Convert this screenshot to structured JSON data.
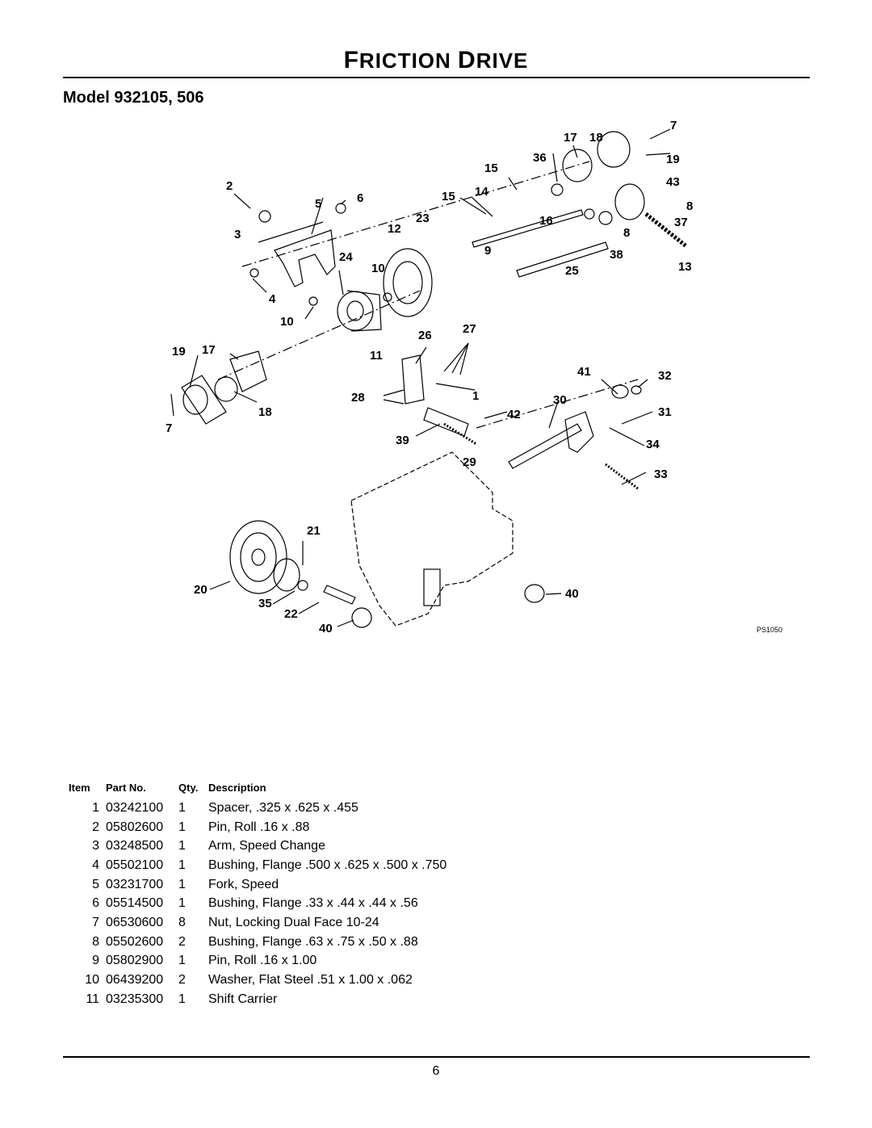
{
  "header": {
    "title_first": "F",
    "title_first_rest": "RICTION",
    "title_second": "D",
    "title_second_rest": "RIVE",
    "model": "Model 932105, 506"
  },
  "diagram": {
    "ref_code": "PS1050",
    "callouts": [
      "7",
      "17",
      "18",
      "36",
      "19",
      "15",
      "43",
      "2",
      "5",
      "6",
      "15",
      "14",
      "8",
      "23",
      "12",
      "16",
      "37",
      "3",
      "8",
      "9",
      "24",
      "38",
      "10",
      "25",
      "13",
      "4",
      "10",
      "26",
      "27",
      "19",
      "17",
      "11",
      "41",
      "32",
      "28",
      "1",
      "30",
      "18",
      "42",
      "31",
      "7",
      "39",
      "34",
      "29",
      "33",
      "21",
      "20",
      "40",
      "35",
      "22",
      "40"
    ]
  },
  "parts_table": {
    "headers": {
      "item": "Item",
      "part": "Part No.",
      "qty": "Qty.",
      "desc": "Description"
    },
    "rows": [
      {
        "item": "1",
        "part": "03242100",
        "qty": "1",
        "desc": "Spacer, .325 x .625 x .455"
      },
      {
        "item": "2",
        "part": "05802600",
        "qty": "1",
        "desc": "Pin, Roll .16 x .88"
      },
      {
        "item": "3",
        "part": "03248500",
        "qty": "1",
        "desc": "Arm, Speed Change"
      },
      {
        "item": "4",
        "part": "05502100",
        "qty": "1",
        "desc": "Bushing, Flange .500 x .625 x .500 x .750"
      },
      {
        "item": "5",
        "part": "03231700",
        "qty": "1",
        "desc": "Fork, Speed"
      },
      {
        "item": "6",
        "part": "05514500",
        "qty": "1",
        "desc": "Bushing, Flange .33 x .44 x .44 x .56"
      },
      {
        "item": "7",
        "part": "06530600",
        "qty": "8",
        "desc": "Nut, Locking Dual Face 10-24"
      },
      {
        "item": "8",
        "part": "05502600",
        "qty": "2",
        "desc": "Bushing, Flange .63 x .75 x .50 x .88"
      },
      {
        "item": "9",
        "part": "05802900",
        "qty": "1",
        "desc": "Pin, Roll .16 x 1.00"
      },
      {
        "item": "10",
        "part": "06439200",
        "qty": "2",
        "desc": "Washer, Flat Steel .51 x 1.00 x .062"
      },
      {
        "item": "11",
        "part": "03235300",
        "qty": "1",
        "desc": "Shift Carrier"
      }
    ]
  },
  "footer": {
    "page_number": "6"
  }
}
